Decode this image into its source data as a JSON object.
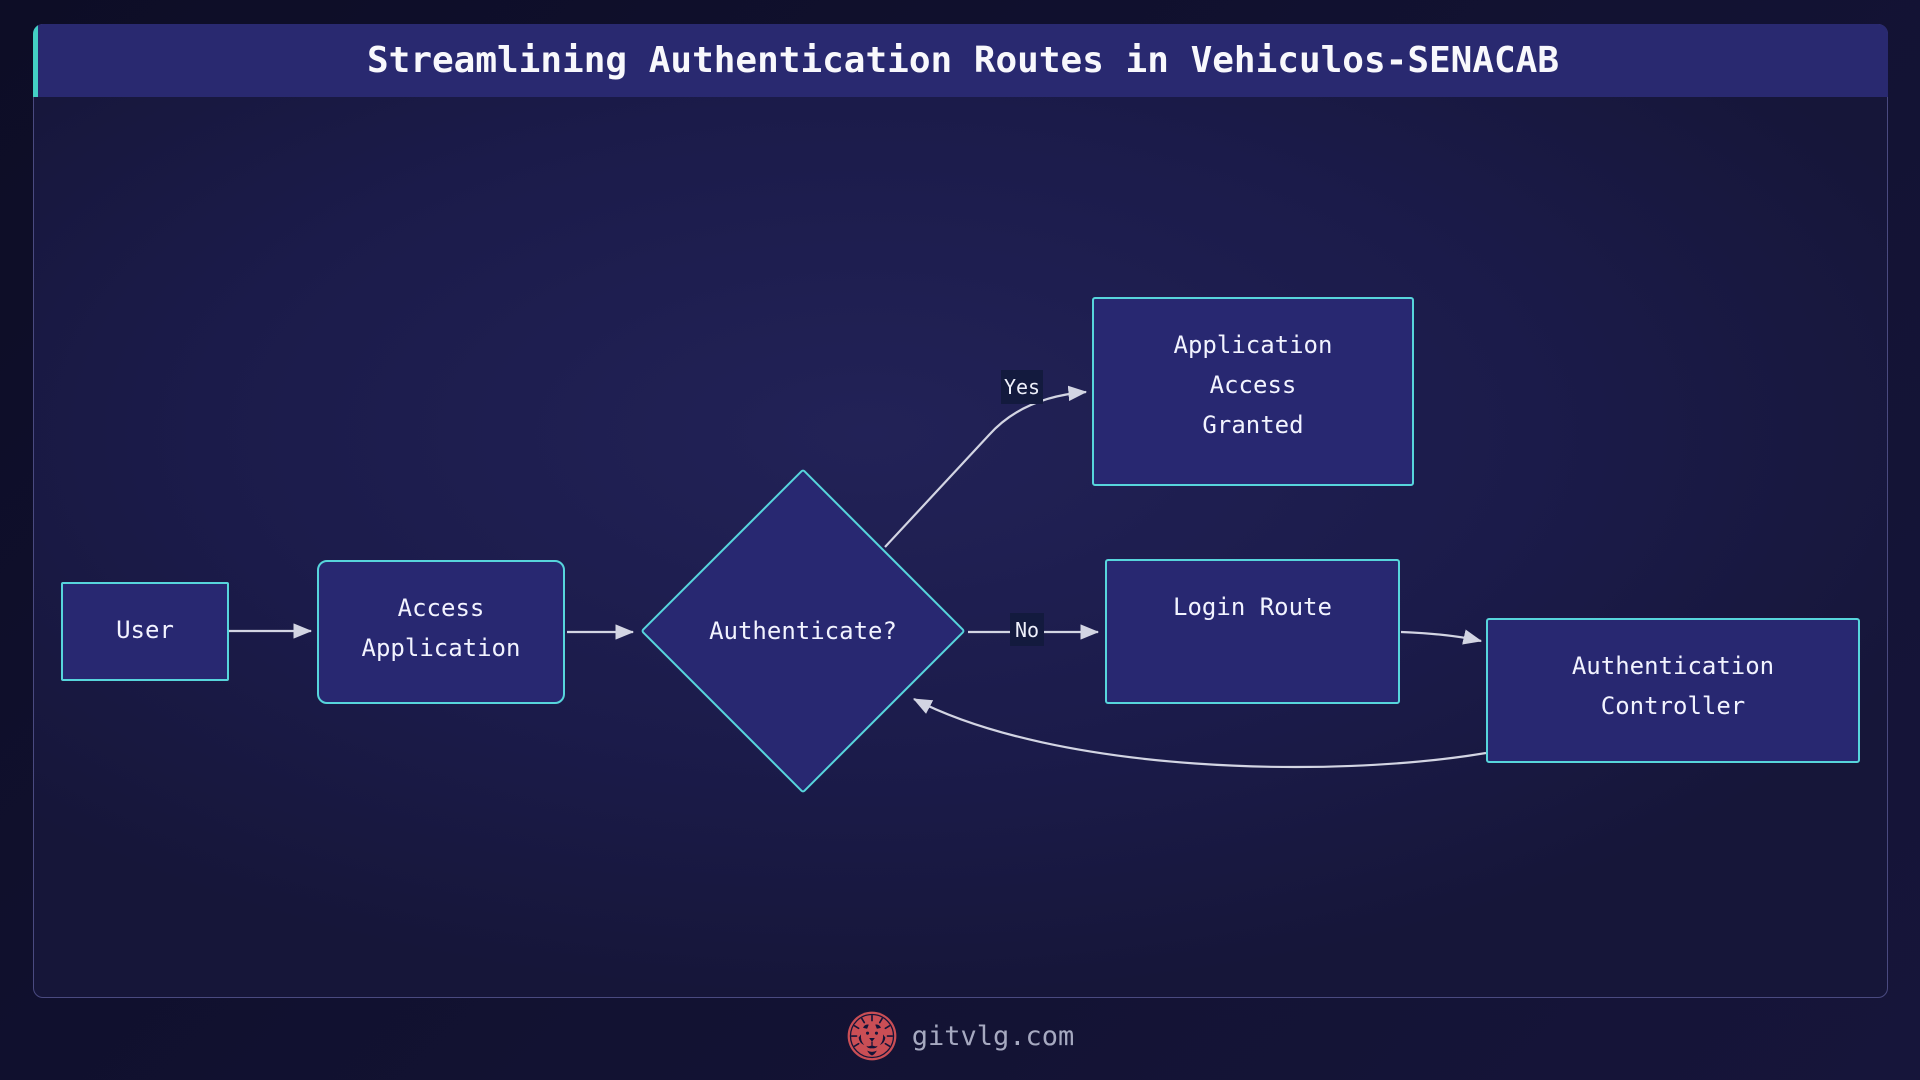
{
  "title": {
    "text": "Streamlining Authentication Routes in Vehiculos-SENACAB"
  },
  "diagram": {
    "nodes": [
      {
        "id": "user",
        "shape": "rectangle",
        "label": "User",
        "lines": [
          "User"
        ]
      },
      {
        "id": "access-application",
        "shape": "rounded-rectangle",
        "label": "Access Application",
        "lines": [
          "Access",
          "Application"
        ]
      },
      {
        "id": "authenticate",
        "shape": "diamond",
        "label": "Authenticate?",
        "lines": [
          "Authenticate?"
        ]
      },
      {
        "id": "application-access-granted",
        "shape": "rectangle",
        "label": "Application Access Granted",
        "lines": [
          "Application",
          "Access",
          "Granted"
        ]
      },
      {
        "id": "login-route",
        "shape": "rectangle",
        "label": "Login Route",
        "lines": [
          "Login Route"
        ]
      },
      {
        "id": "authentication-controller",
        "shape": "rectangle",
        "label": "Authentication Controller",
        "lines": [
          "Authentication",
          "Controller"
        ]
      }
    ],
    "edges": [
      {
        "from": "user",
        "to": "access-application",
        "label": ""
      },
      {
        "from": "access-application",
        "to": "authenticate",
        "label": ""
      },
      {
        "from": "authenticate",
        "to": "application-access-granted",
        "label": "Yes"
      },
      {
        "from": "authenticate",
        "to": "login-route",
        "label": "No"
      },
      {
        "from": "login-route",
        "to": "authentication-controller",
        "label": ""
      },
      {
        "from": "authentication-controller",
        "to": "authenticate",
        "label": ""
      }
    ]
  },
  "footer": {
    "site": "gitvlg.com",
    "logo_icon": "lion-medallion-icon"
  },
  "colors": {
    "accent_teal": "#43cfc4",
    "node_border_teal": "#57d5dc",
    "node_fill": "#282871",
    "title_bar_fill": "#292970",
    "panel_background": "#1b1b4a",
    "page_background": "#101030",
    "edge_gray": "#d3d5e3",
    "edge_label_background": "#131a3e",
    "logo_red": "#ca4e55",
    "text_white": "#f2f3ff",
    "footer_text": "#a6a9c0"
  }
}
